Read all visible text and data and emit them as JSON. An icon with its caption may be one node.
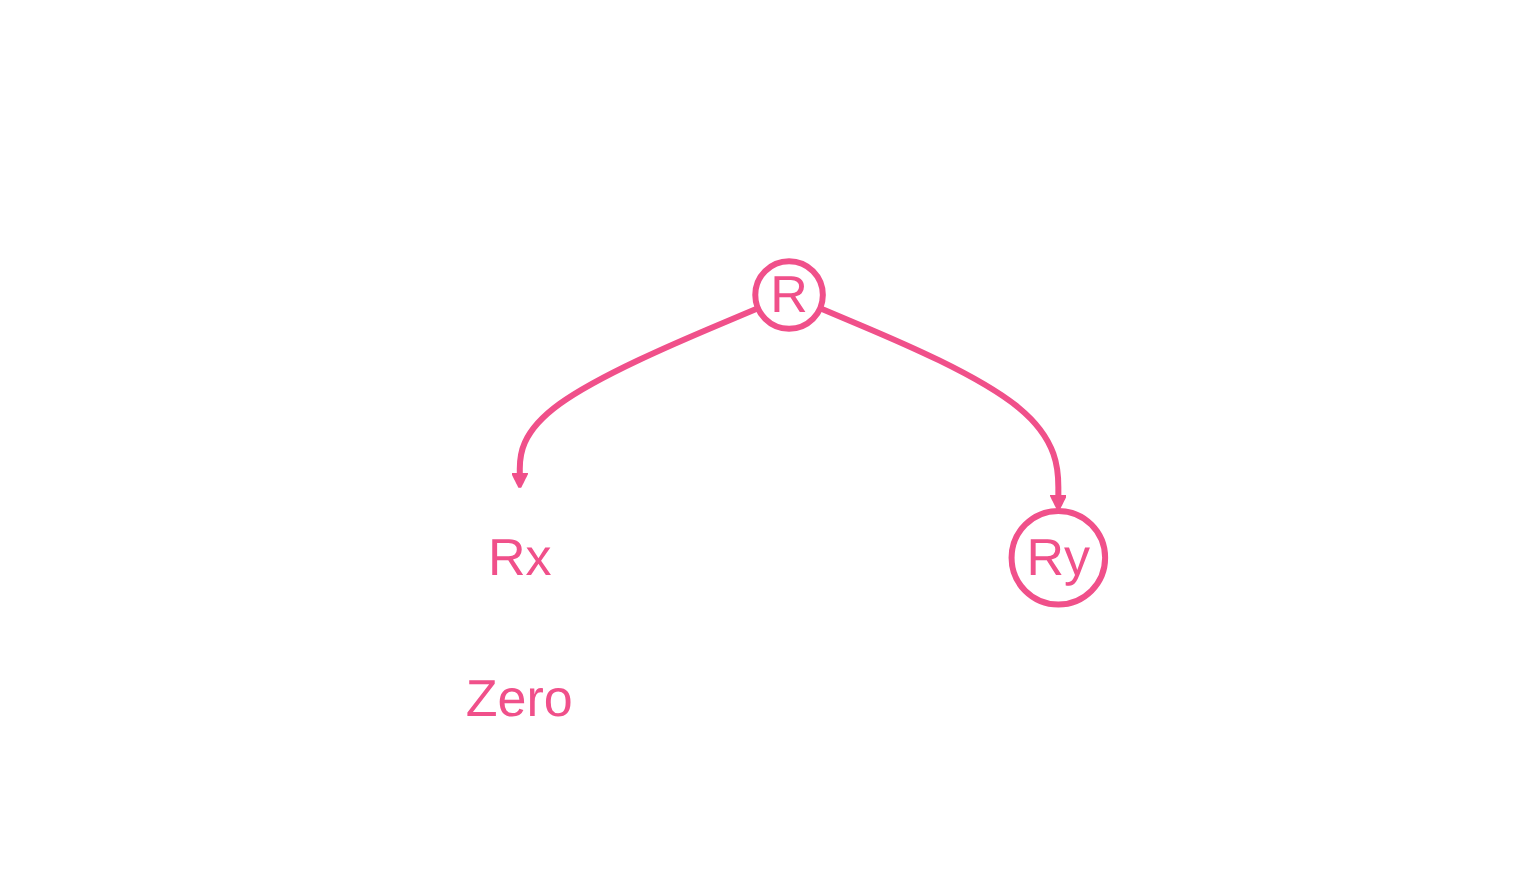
{
  "diagram": {
    "nodes": [
      {
        "text": [
          "R"
        ]
      },
      {
        "text": [
          "Rx"
        ],
        "beside": [
          "Zero"
        ]
      },
      {
        "text": [
          "Ry"
        ]
      }
    ],
    "edges": [
      {
        "from": 0,
        "to": 1,
        "arrow": "to"
      },
      {
        "from": 0,
        "to": 2,
        "arrow": "to"
      }
    ]
  }
}
